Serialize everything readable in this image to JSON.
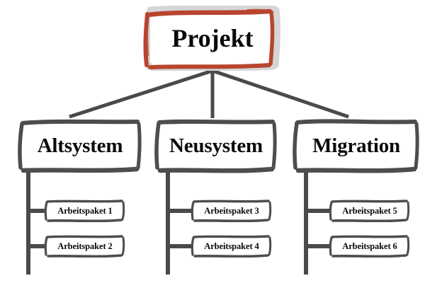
{
  "diagram": {
    "title_node": "Projekt",
    "language": "de",
    "colors": {
      "root_border": "#b8452f",
      "root_shadow": "#d9d9d9",
      "node_border": "#4d4d4d",
      "node_shadow": "#c9c9c9",
      "connector": "#4a4a4a",
      "background": "#ffffff",
      "text": "#0a0a0a"
    },
    "root": {
      "label": "Projekt"
    },
    "branches": [
      {
        "label": "Altsystem",
        "packages": [
          {
            "label": "Arbeitspaket 1"
          },
          {
            "label": "Arbeitspaket 2"
          }
        ]
      },
      {
        "label": "Neusystem",
        "packages": [
          {
            "label": "Arbeitspaket 3"
          },
          {
            "label": "Arbeitspaket 4"
          }
        ]
      },
      {
        "label": "Migration",
        "packages": [
          {
            "label": "Arbeitspaket 5"
          },
          {
            "label": "Arbeitspaket 6"
          }
        ]
      }
    ]
  }
}
